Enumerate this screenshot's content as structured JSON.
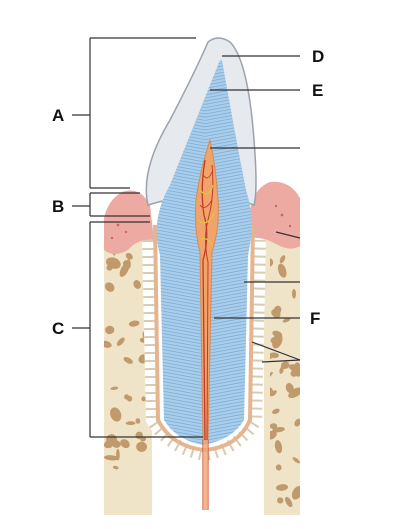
{
  "labels": {
    "A": "A",
    "B": "B",
    "C": "C",
    "D": "D",
    "E": "E",
    "F": "F"
  },
  "colors": {
    "enamel": "#e6e9ee",
    "dentin": "#a9cdea",
    "dentin_lines": "#7fb0d8",
    "pulp": "#f1a46a",
    "pulp_vessels": "#c0392b",
    "pulp_nerves": "#e2c23a",
    "gingiva": "#ecaaa2",
    "bone": "#f0e4c8",
    "bone_spots": "#c19a6b",
    "cementum": "#e4b590",
    "ligament": "#ffffff",
    "lines": "#333333"
  }
}
